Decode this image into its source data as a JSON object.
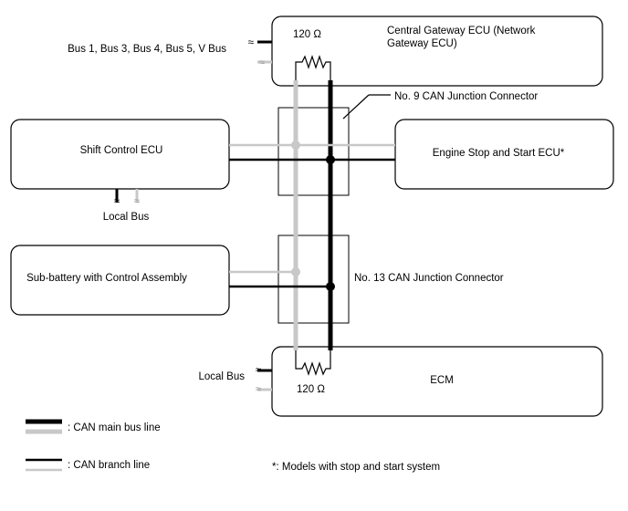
{
  "central_gateway": {
    "name": "Central Gateway ECU (Network Gateway ECU)",
    "line1": "Central Gateway ECU (Network",
    "line2": "Gateway ECU)"
  },
  "shift_control": {
    "name": "Shift Control ECU"
  },
  "engine_stop_start": {
    "name": "Engine Stop and Start ECU*"
  },
  "sub_battery": {
    "name": "Sub-battery with Control Assembly"
  },
  "ecm": {
    "name": "ECM"
  },
  "junction_9": {
    "label": "No. 9 CAN Junction Connector"
  },
  "junction_13": {
    "label": "No. 13 CAN Junction Connector"
  },
  "resistor_top": {
    "label": "120 Ω"
  },
  "resistor_bottom": {
    "label": "120 Ω"
  },
  "buses_top": {
    "label": "Bus 1, Bus 3, Bus 4, Bus 5, V Bus"
  },
  "local_bus_shift": {
    "label": "Local Bus"
  },
  "local_bus_ecm": {
    "label": "Local Bus"
  },
  "legend": {
    "main_bus": ": CAN main bus line",
    "branch": ": CAN branch line"
  },
  "footnote": "*: Models with stop and start system"
}
